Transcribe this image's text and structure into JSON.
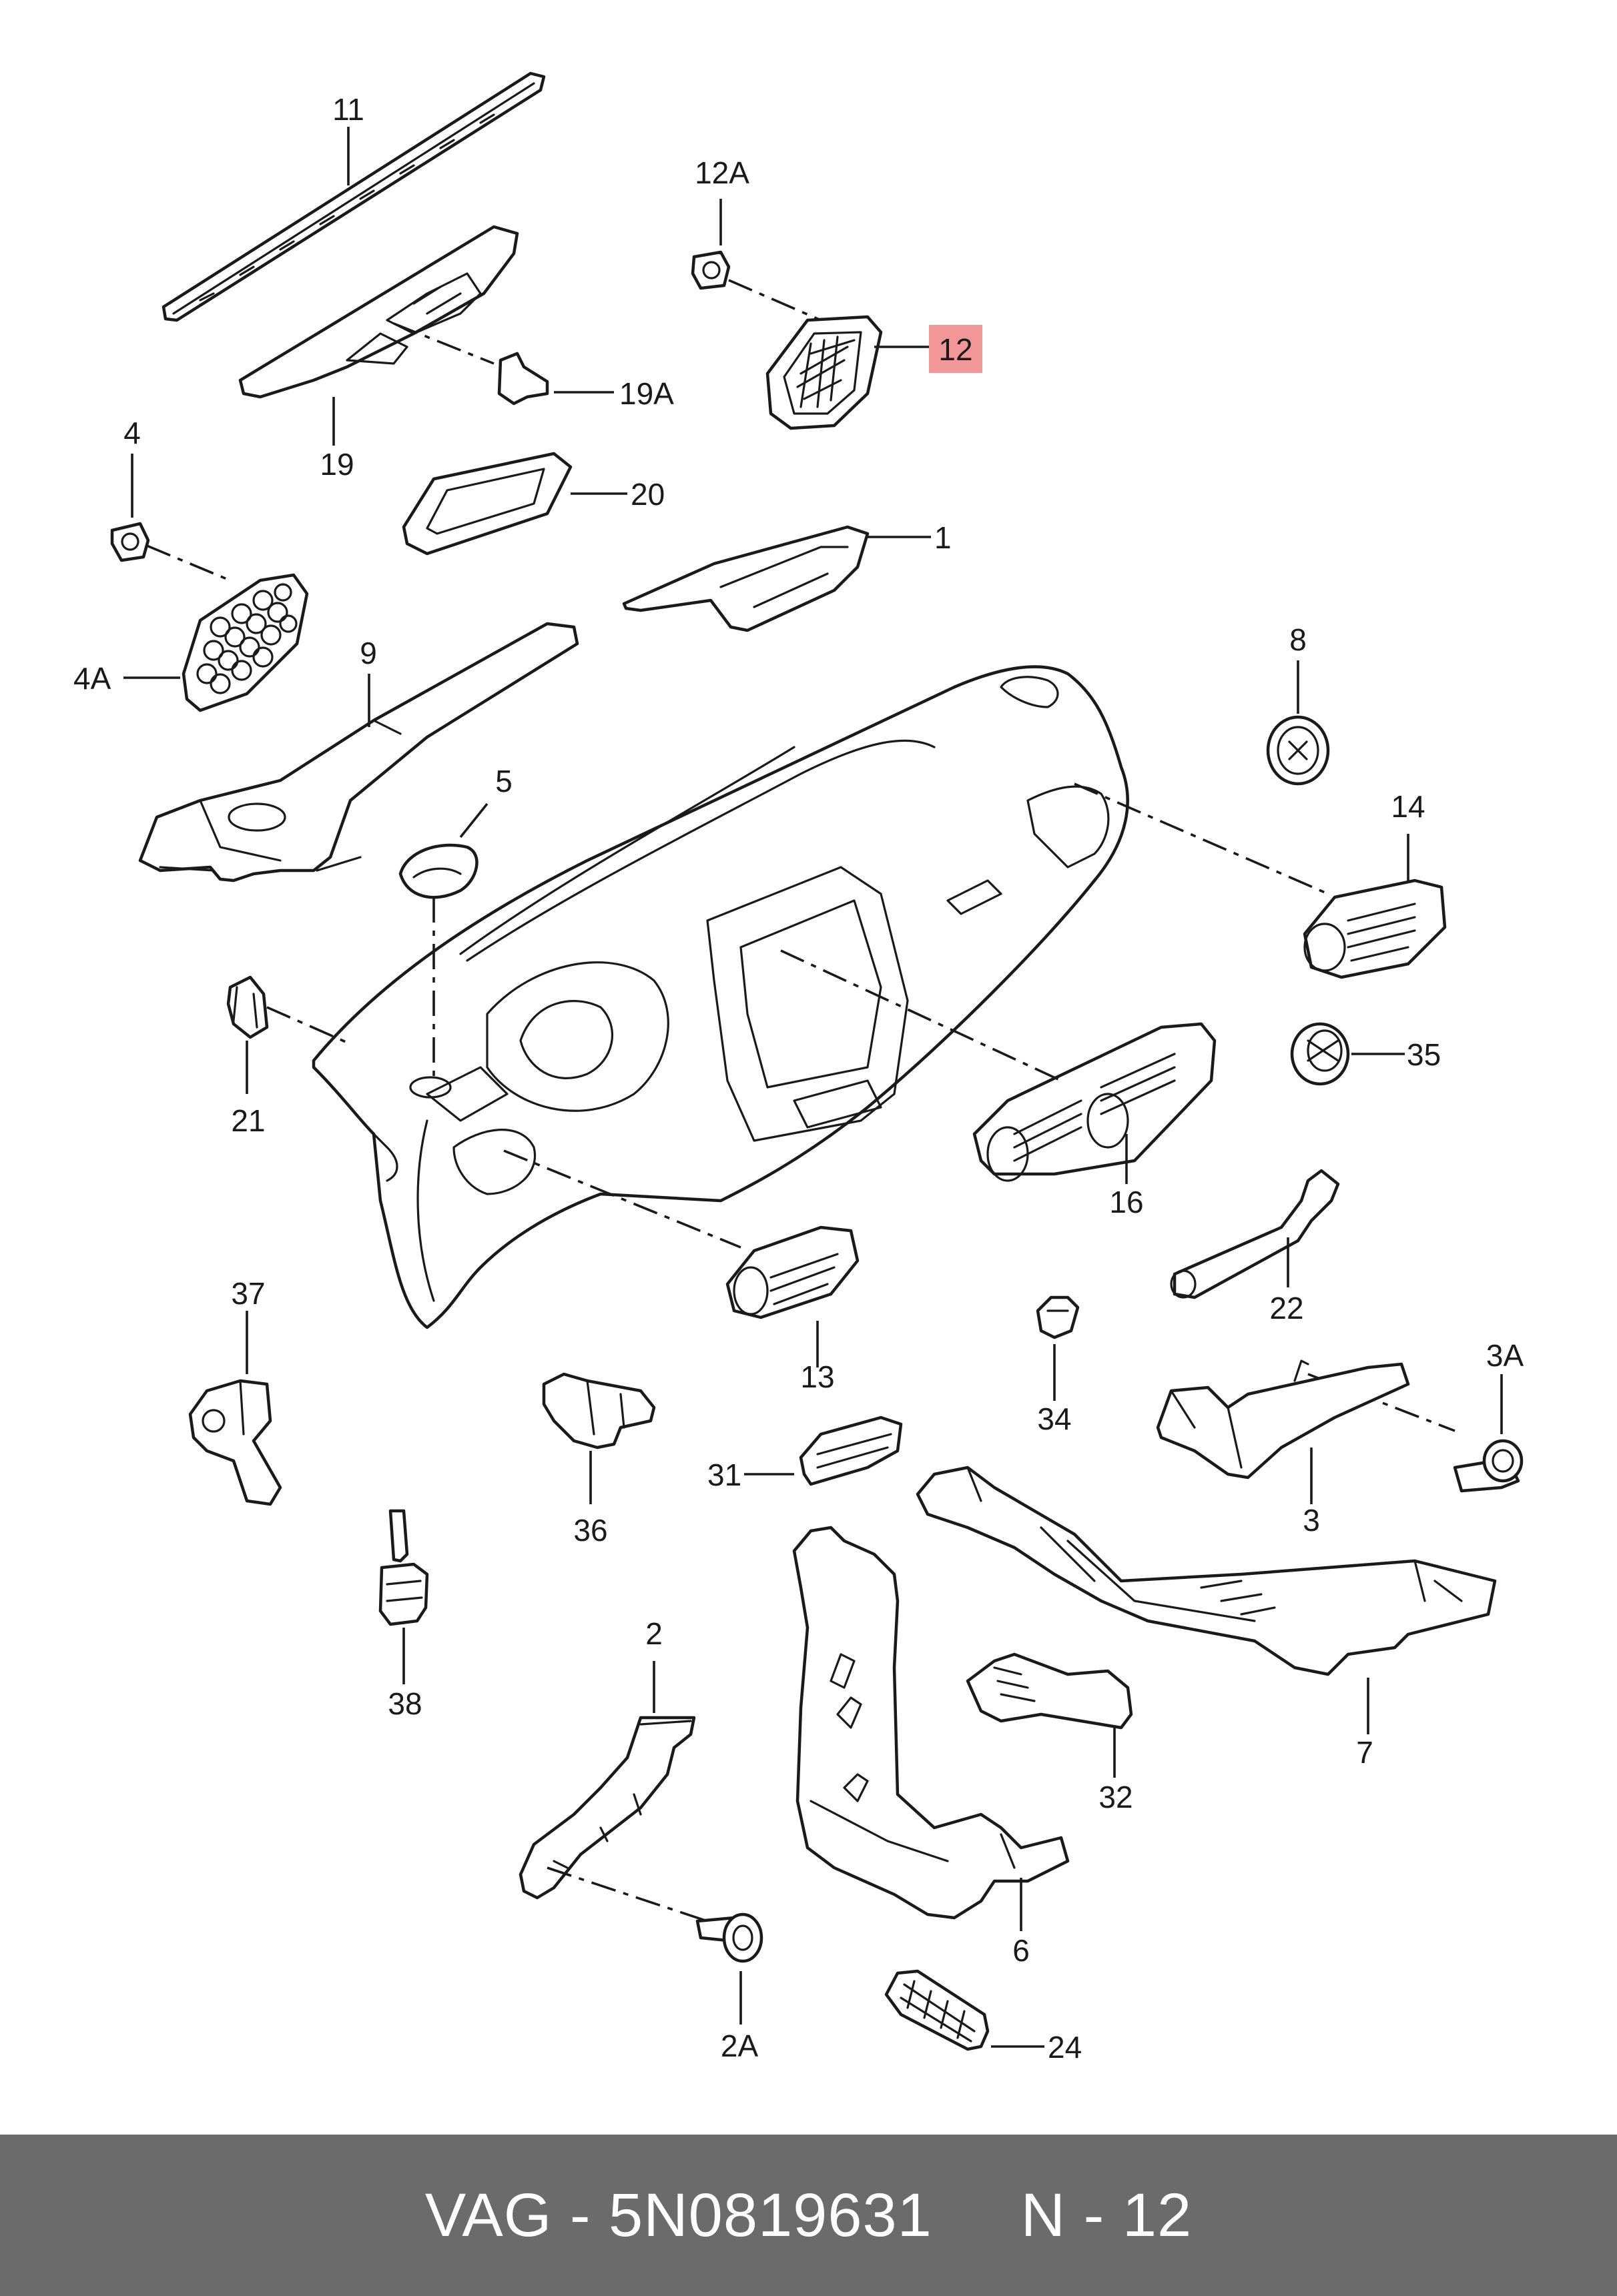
{
  "parts": [
    {
      "id": "p11",
      "label": "11"
    },
    {
      "id": "p12a",
      "label": "12A"
    },
    {
      "id": "p12",
      "label": "12",
      "highlighted": true
    },
    {
      "id": "p19a",
      "label": "19A"
    },
    {
      "id": "p19",
      "label": "19"
    },
    {
      "id": "p4",
      "label": "4"
    },
    {
      "id": "p20",
      "label": "20"
    },
    {
      "id": "p1",
      "label": "1"
    },
    {
      "id": "p4a",
      "label": "4A"
    },
    {
      "id": "p9",
      "label": "9"
    },
    {
      "id": "p8",
      "label": "8"
    },
    {
      "id": "p5",
      "label": "5"
    },
    {
      "id": "p14",
      "label": "14"
    },
    {
      "id": "p21",
      "label": "21"
    },
    {
      "id": "p35",
      "label": "35"
    },
    {
      "id": "p16",
      "label": "16"
    },
    {
      "id": "p22",
      "label": "22"
    },
    {
      "id": "p37",
      "label": "37"
    },
    {
      "id": "p13",
      "label": "13"
    },
    {
      "id": "p34",
      "label": "34"
    },
    {
      "id": "p3a",
      "label": "3A"
    },
    {
      "id": "p36",
      "label": "36"
    },
    {
      "id": "p31",
      "label": "31"
    },
    {
      "id": "p3",
      "label": "3"
    },
    {
      "id": "p38",
      "label": "38"
    },
    {
      "id": "p2",
      "label": "2"
    },
    {
      "id": "p7",
      "label": "7"
    },
    {
      "id": "p32",
      "label": "32"
    },
    {
      "id": "p6",
      "label": "6"
    },
    {
      "id": "p2a",
      "label": "2A"
    },
    {
      "id": "p24",
      "label": "24"
    }
  ],
  "highlight_color": "#f29797",
  "footer": {
    "brand": "VAG",
    "separator": " - ",
    "part_number": "5N0819631",
    "position_text": "N - 12"
  },
  "colors": {
    "footer_bg": "#6b6b6b",
    "footer_text": "#ffffff",
    "line": "#1a1a1a"
  }
}
